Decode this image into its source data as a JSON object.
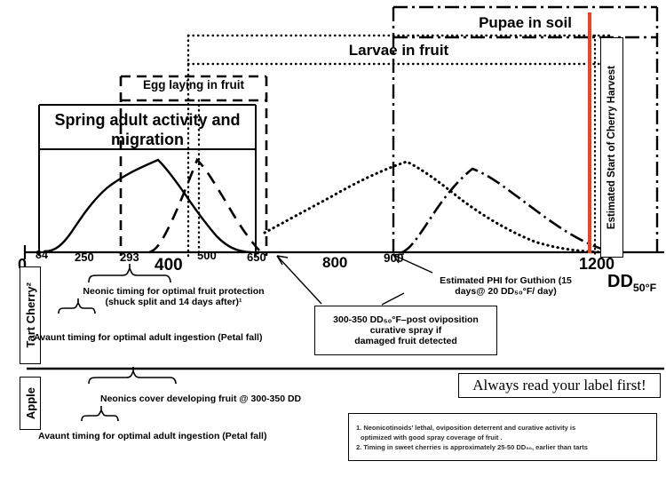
{
  "chart_data": {
    "type": "line",
    "title": "Tart Cherry and Apple pest phenology timeline by degree days",
    "xlabel": "DD50°F",
    "xlim": [
      0,
      1320
    ],
    "grid": false,
    "legend_position": "none",
    "x_ticks": [
      "0",
      "84",
      "250",
      "293",
      "400",
      "500",
      "650",
      "800",
      "900",
      "1200"
    ],
    "x_tick_values": [
      0,
      84,
      250,
      293,
      400,
      500,
      650,
      800,
      900,
      1200
    ],
    "series": [
      {
        "name": "Spring adult activity (solid)",
        "style": "solid",
        "x": [
          84,
          150,
          200,
          250,
          293,
          340,
          400,
          460,
          520,
          580,
          650
        ],
        "y": [
          0,
          12,
          30,
          52,
          70,
          82,
          74,
          52,
          30,
          12,
          2
        ]
      },
      {
        "name": "Egg laying in fruit (dashed)",
        "style": "dashed",
        "x": [
          250,
          300,
          350,
          400,
          450,
          500,
          560,
          620,
          660
        ],
        "y": [
          0,
          10,
          28,
          48,
          66,
          80,
          56,
          24,
          2
        ]
      },
      {
        "name": "Larvae in fruit (dotted)",
        "style": "dotted",
        "x": [
          560,
          640,
          720,
          800,
          880,
          920,
          980,
          1060,
          1140,
          1220,
          1280
        ],
        "y": [
          8,
          30,
          52,
          68,
          78,
          76,
          60,
          40,
          20,
          6,
          1
        ]
      },
      {
        "name": "Pupae in soil (dash-dot)",
        "style": "dashdot",
        "x": [
          890,
          950,
          1010,
          1070,
          1120,
          1180,
          1240,
          1300
        ],
        "y": [
          0,
          20,
          44,
          64,
          74,
          68,
          44,
          16
        ]
      }
    ],
    "markers": [
      {
        "label": "Estimated Start of Cherry Harvest",
        "x": 1200,
        "color": "#ef4123"
      }
    ]
  },
  "bands": {
    "pupae_in_soil": "Pupae in soil",
    "larvae_in_fruit": "Larvae in fruit",
    "egg_laying_in_fruit": "Egg laying in fruit",
    "spring_adult": "Spring adult activity and migration",
    "harvest_marker": "Estimated Start of Cherry Harvest"
  },
  "axis": {
    "zero": "0",
    "ticks": [
      "84",
      "250",
      "293",
      "400",
      "500",
      "650",
      "800",
      "900",
      "1200"
    ],
    "unit_label_main": "DD",
    "unit_label_sub": "50°F"
  },
  "row_labels": {
    "tart_cherry": "Tart Cherry²",
    "apple": "Apple"
  },
  "annotations": {
    "neonic_line1": "Neonic timing for optimal fruit protection",
    "neonic_line2": "(shuck split and 14 days  after)¹",
    "avaunt_cherry": "Avaunt timing for optimal adult ingestion (Petal fall)",
    "phi_line1": "Estimated PHI for Guthion (15",
    "phi_line2": "days@  20  DD₅₀°F/ day)",
    "callout_line1": "300-350 DD₅₀°F–post oviposition",
    "callout_line2": "curative spray if",
    "callout_line3": "damaged fruit detected",
    "apple_neonics": "Neonics cover developing fruit @ 300-350  DD",
    "apple_avaunt": "Avaunt timing for optimal adult ingestion (Petal fall)",
    "read_label": "Always read your label  first!",
    "footnote_1a": "1. Neonicotinoids’ lethal, oviposition deterrent and curative activity is",
    "footnote_1b": "optimized with good spray coverage of fruit .",
    "footnote_2": "2. Timing in sweet cherries is approximately 25-50 DD₅₀, earlier than tarts"
  },
  "colors": {
    "harvest_marker": "#ef4123",
    "ink": "#000000"
  }
}
